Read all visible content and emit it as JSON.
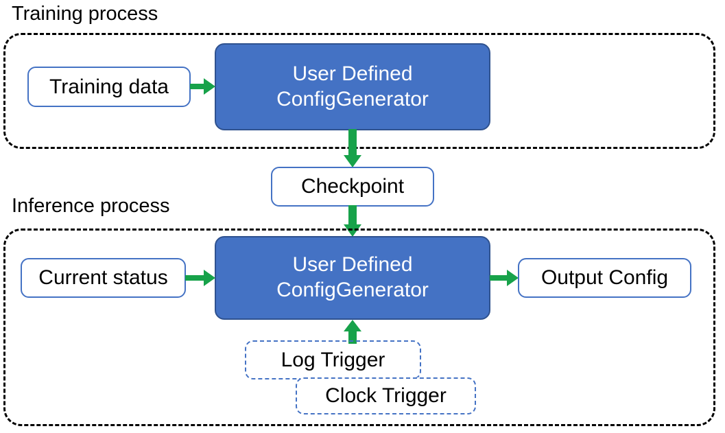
{
  "diagram": {
    "title_training": "Training process",
    "title_inference": "Inference process",
    "colors": {
      "accent_blue_fill": "#4472C4",
      "accent_blue_border": "#4472C4",
      "blue_box_stroke": "#2F528F",
      "arrow_green": "#17A24A",
      "container_dash": "#000000",
      "text_dark": "#000000",
      "text_light": "#FFFFFF",
      "background": "#FFFFFF"
    },
    "training": {
      "input_box": "Training data",
      "process_box_line1": "User Defined",
      "process_box_line2": "ConfigGenerator"
    },
    "checkpoint": {
      "label": "Checkpoint"
    },
    "inference": {
      "input_box": "Current status",
      "process_box_line1": "User Defined",
      "process_box_line2": "ConfigGenerator",
      "output_box": "Output Config",
      "triggers": [
        {
          "label": "Log Trigger"
        },
        {
          "label": "Clock Trigger"
        }
      ]
    },
    "arrows": [
      {
        "name": "training-data-to-generator",
        "direction": "right"
      },
      {
        "name": "generator-to-checkpoint",
        "direction": "down"
      },
      {
        "name": "checkpoint-to-generator",
        "direction": "down"
      },
      {
        "name": "current-status-to-generator",
        "direction": "right"
      },
      {
        "name": "generator-to-output-config",
        "direction": "right"
      },
      {
        "name": "trigger-to-generator",
        "direction": "up"
      }
    ]
  }
}
